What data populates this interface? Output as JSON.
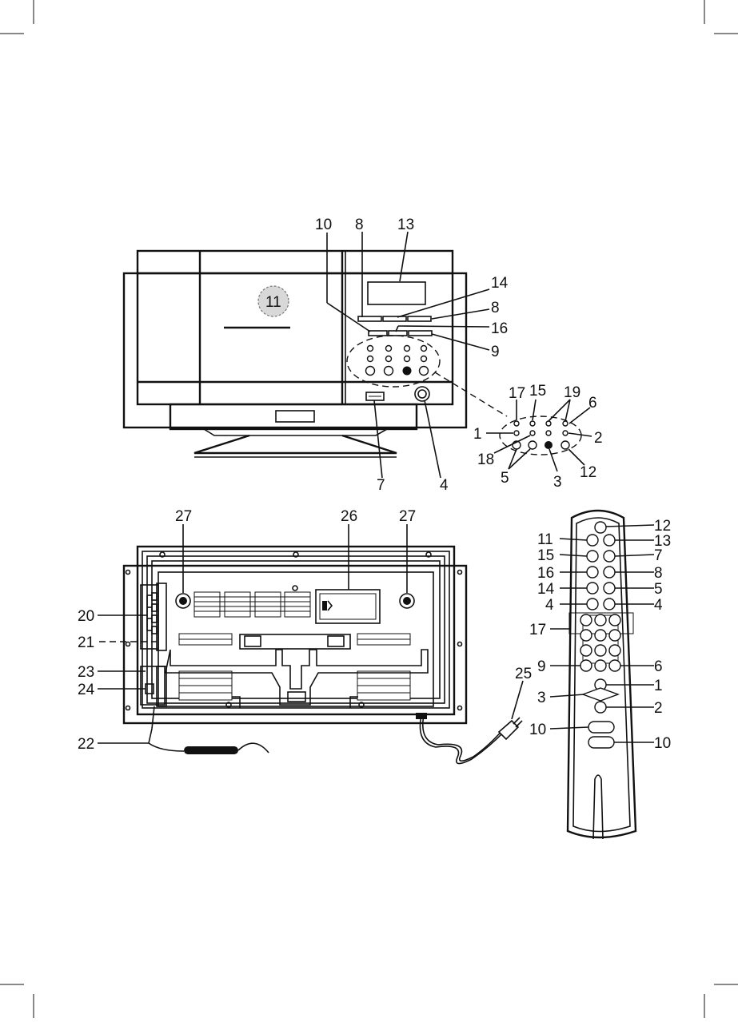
{
  "front_unit": {
    "callouts": {
      "top_10": "10",
      "top_8": "8",
      "top_13": "13",
      "right_14": "14",
      "right_8": "8",
      "right_16": "16",
      "right_9": "9",
      "bottom_7": "7",
      "bottom_4": "4",
      "disc_label": "11"
    },
    "detail_callouts": {
      "c17": "17",
      "c15": "15",
      "c19": "19",
      "c6": "6",
      "c1": "1",
      "c2": "2",
      "c18": "18",
      "c5": "5",
      "c3": "3",
      "c12": "12"
    }
  },
  "rear_unit": {
    "callouts": {
      "c27a": "27",
      "c26": "26",
      "c27b": "27",
      "c20": "20",
      "c21": "21",
      "c23": "23",
      "c24": "24",
      "c22": "22",
      "c25": "25"
    }
  },
  "remote": {
    "callouts": {
      "l11": "11",
      "l15": "15",
      "l16": "16",
      "l14": "14",
      "l4": "4",
      "l17": "17",
      "l9": "9",
      "l3": "3",
      "l10": "10",
      "r12": "12",
      "r13": "13",
      "r7": "7",
      "r8": "8",
      "r5": "5",
      "r4": "4",
      "r6": "6",
      "r1": "1",
      "r2": "2",
      "r10": "10"
    }
  }
}
